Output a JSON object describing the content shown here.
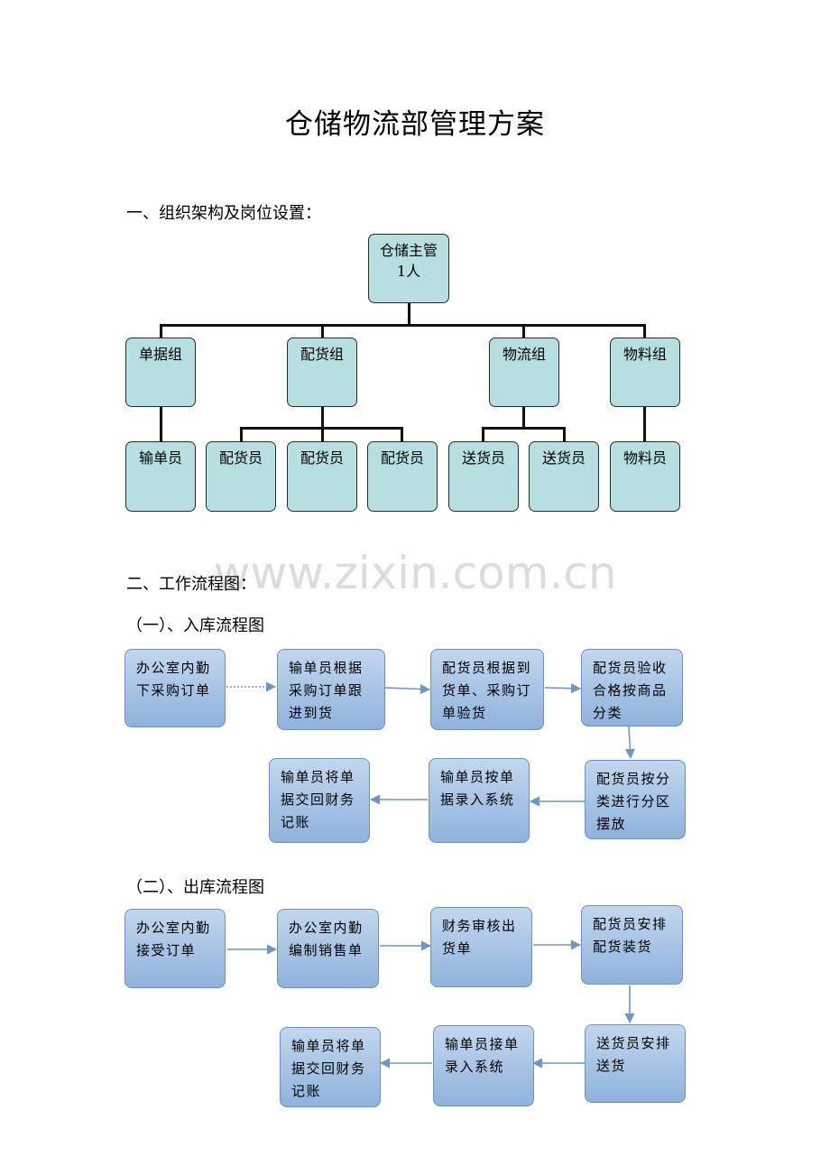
{
  "title": "仓储物流部管理方案",
  "section1": "一、组织架构及岗位设置：",
  "org": {
    "head": "仓储主管\n1人",
    "groups": [
      "单据组",
      "配货组",
      "物流组",
      "物料组"
    ],
    "staff": [
      "输单员",
      "配货员",
      "配货员",
      "配货员",
      "送货员",
      "送货员",
      "物料员"
    ]
  },
  "section2": "二、工作流程图：",
  "watermark": "www.zixin.com.cn",
  "inbound": {
    "heading": "（一）、入库流程图",
    "steps": [
      "办公室内勤下采购订单",
      "输单员根据采购订单跟进到货",
      "配货员根据到货单、采购订单验货",
      "配货员验收合格按商品分类",
      "配货员按分类进行分区摆放",
      "输单员按单据录入系统",
      "输单员将单据交回财务记账"
    ]
  },
  "outbound": {
    "heading": "（二）、出库流程图",
    "steps": [
      "办公室内勤接受订单",
      "办公室内勤编制销售单",
      "财务审核出货单",
      "配货员安排配货装货",
      "送货员安排送货",
      "输单员接单录入系统",
      "输单员将单据交回财务记账"
    ]
  },
  "colors": {
    "org_fill": "#b7dfe2",
    "flow_fill": "#a9c5e6",
    "flow_border": "#6e8fbf"
  }
}
